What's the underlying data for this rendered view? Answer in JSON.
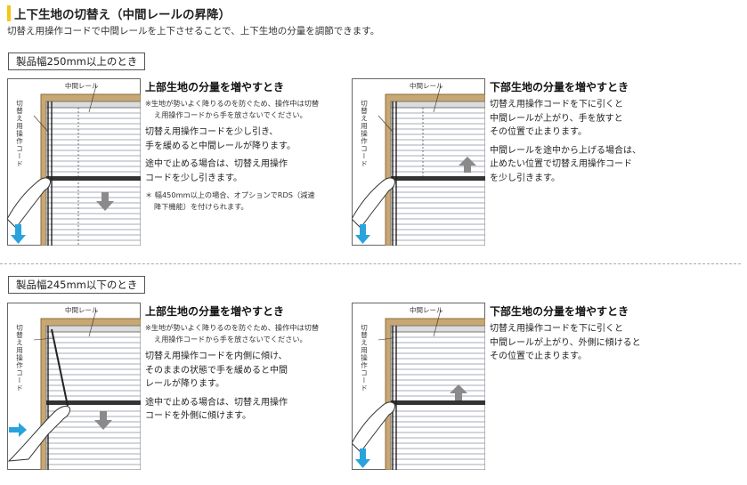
{
  "header": {
    "title": "上下生地の切替え（中間レールの昇降）",
    "subtitle": "切替え用操作コードで中間レールを上下させることで、上下生地の分量を調節できます。"
  },
  "labels": {
    "middle_rail": "中間レール",
    "cord": "切替え用操作コード"
  },
  "sections": [
    {
      "tag": "製品幅250mm以上のとき",
      "panels": [
        {
          "heading": "上部生地の分量を増やすとき",
          "note": "※生地が勢いよく降りるのを防ぐため、操作中は切替え用操作コードから手を放さないでください。",
          "paragraphs": [
            "切替え用操作コードを少し引き、",
            "手を緩めると中間レールが降ります。",
            "途中で止める場合は、切替え用操作",
            "コードを少し引きます。"
          ],
          "footnote": "＊ 幅450mm以上の場合、オプションでRDS（減速降下機能）を付けられます。"
        },
        {
          "heading": "下部生地の分量を増やすとき",
          "paragraphs": [
            "切替え用操作コードを下に引くと",
            "中間レールが上がり、手を放すと",
            "その位置で止まります。",
            "中間レールを途中から上げる場合は、",
            "止めたい位置で切替え用操作コード",
            "を少し引きます。"
          ]
        }
      ]
    },
    {
      "tag": "製品幅245mm以下のとき",
      "panels": [
        {
          "heading": "上部生地の分量を増やすとき",
          "note": "※生地が勢いよく降りるのを防ぐため、操作中は切替え用操作コードから手を放さないでください。",
          "paragraphs": [
            "切替え用操作コードを内側に傾け、",
            "そのままの状態で手を緩めると中間",
            "レールが降ります。",
            "途中で止める場合は、切替え用操作",
            "コードを外側に傾けます。"
          ]
        },
        {
          "heading": "下部生地の分量を増やすとき",
          "paragraphs": [
            "切替え用操作コードを下に引くと",
            "中間レールが上がり、外側に傾けると",
            "その位置で止まります。"
          ]
        }
      ]
    }
  ],
  "colors": {
    "accent": "#f5c518",
    "frame": "#c9a773",
    "arrow_blue": "#2aa3dd",
    "arrow_gray": "#8a8a8a"
  }
}
